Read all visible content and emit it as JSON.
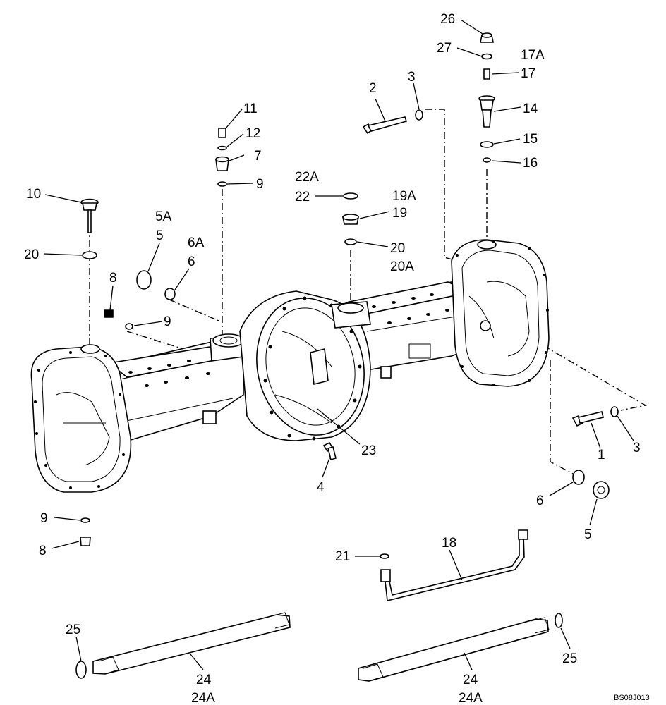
{
  "diagram": {
    "code": "BS08J013",
    "callouts": [
      {
        "id": "c-26",
        "text": "26"
      },
      {
        "id": "c-27",
        "text": "27"
      },
      {
        "id": "c-17a",
        "text": "17A"
      },
      {
        "id": "c-17",
        "text": "17"
      },
      {
        "id": "c-14",
        "text": "14"
      },
      {
        "id": "c-15",
        "text": "15"
      },
      {
        "id": "c-16",
        "text": "16"
      },
      {
        "id": "c-2",
        "text": "2"
      },
      {
        "id": "c-3-top",
        "text": "3"
      },
      {
        "id": "c-11",
        "text": "11"
      },
      {
        "id": "c-12",
        "text": "12"
      },
      {
        "id": "c-7",
        "text": "7"
      },
      {
        "id": "c-9-top",
        "text": "9"
      },
      {
        "id": "c-22a",
        "text": "22A"
      },
      {
        "id": "c-22",
        "text": "22"
      },
      {
        "id": "c-19a",
        "text": "19A"
      },
      {
        "id": "c-19",
        "text": "19"
      },
      {
        "id": "c-20-mid",
        "text": "20"
      },
      {
        "id": "c-20a",
        "text": "20A"
      },
      {
        "id": "c-10",
        "text": "10"
      },
      {
        "id": "c-5a",
        "text": "5A"
      },
      {
        "id": "c-5-left",
        "text": "5"
      },
      {
        "id": "c-6a",
        "text": "6A"
      },
      {
        "id": "c-6-left",
        "text": "6"
      },
      {
        "id": "c-20-left",
        "text": "20"
      },
      {
        "id": "c-8-top",
        "text": "8"
      },
      {
        "id": "c-9-mid",
        "text": "9"
      },
      {
        "id": "c-23",
        "text": "23"
      },
      {
        "id": "c-4",
        "text": "4"
      },
      {
        "id": "c-1",
        "text": "1"
      },
      {
        "id": "c-3-right",
        "text": "3"
      },
      {
        "id": "c-6-right",
        "text": "6"
      },
      {
        "id": "c-5-right",
        "text": "5"
      },
      {
        "id": "c-9-low",
        "text": "9"
      },
      {
        "id": "c-8-low",
        "text": "8"
      },
      {
        "id": "c-21",
        "text": "21"
      },
      {
        "id": "c-18",
        "text": "18"
      },
      {
        "id": "c-25-left",
        "text": "25"
      },
      {
        "id": "c-25-right",
        "text": "25"
      },
      {
        "id": "c-24-left",
        "text": "24"
      },
      {
        "id": "c-24a-left",
        "text": "24A"
      },
      {
        "id": "c-24-right",
        "text": "24"
      },
      {
        "id": "c-24a-right",
        "text": "24A"
      }
    ]
  }
}
